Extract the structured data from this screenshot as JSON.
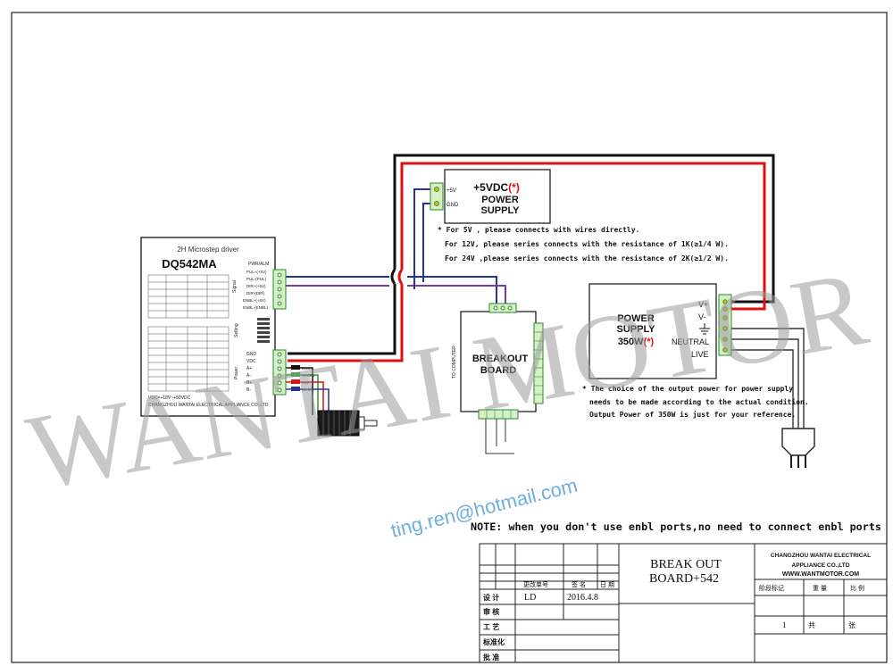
{
  "watermark": {
    "text": "WANTAI MOTOR",
    "email": "ting.ren@hotmail.com"
  },
  "driver": {
    "subtitle": "2H Microstep driver",
    "model": "DQ542MA",
    "signal_pins": [
      "PUL+(+5V)",
      "PUL-(PUL)",
      "DIR+(+5V)",
      "DIR-(DIR)",
      "ENBL+(+5V)",
      "ENBL-(ENBL)"
    ],
    "power_pins": [
      "GND",
      "VDC",
      "A+",
      "A-",
      "B+",
      "B-"
    ],
    "pwr_alarm": "PWR/ALM",
    "group_signal": "Signal",
    "group_setting": "Setting",
    "group_power": "Power",
    "vdc_note": "VDC=+18V~+50VDC",
    "maker": "CHANGZHOU WANTAI ELECTRICAL APPLIANCE CO.,LTD"
  },
  "psu5": {
    "title_line1": "+5VDC",
    "title_mark": "(*)",
    "title_line2": "POWER",
    "title_line3": "SUPPLY",
    "pin_5v": "+5V",
    "pin_gnd": "GND",
    "notes": [
      "* For 5V , please connects with wires directly.",
      "For 12V, please series connects with the resistance of 1K(≥1/4 W).",
      "For 24V ,please series connects with the resistance of 2K(≥1/2 W)."
    ]
  },
  "breakout": {
    "line1": "BREAKOUT",
    "line2": "BOARD",
    "port_label": "TO COMPUTER"
  },
  "psu350": {
    "line1": "POWER",
    "line2": "SUPPLY",
    "line3": "350W",
    "mark": "(*)",
    "vplus": "V+",
    "vminus": "V-",
    "neutral": "NEUTRAL",
    "live": "LIVE",
    "notes": [
      "* The choice of  the output power for power supply",
      "needs to be made according to the actual condition.",
      "Output Power of 350W is just for your reference."
    ]
  },
  "wire_labels": {
    "black": "BLACK",
    "green": "GREEN",
    "red": "RED",
    "blue": "BLUE"
  },
  "note": "NOTE: when you don't use enbl ports,no need to connect enbl ports",
  "title_block": {
    "change_no": "更改单号",
    "signature": "签 名",
    "date_label": "日 期",
    "design": "设 计",
    "designer": "LD",
    "date": "2016.4.8",
    "review": "审 核",
    "process": "工 艺",
    "standard": "标准化",
    "approve": "批 准",
    "drawing_title_1": "BREAK OUT",
    "drawing_title_2": "BOARD+542",
    "company_1": "CHANGZHOU WANTAI ELECTRICAL",
    "company_2": "APPLIANCE CO.,LTD",
    "website": "WWW.WANTMOTOR.COM",
    "stage": "阶段标记",
    "weight": "重 量",
    "scale": "比 例",
    "sheet_no": "1",
    "total": "共",
    "sheet": "张"
  }
}
